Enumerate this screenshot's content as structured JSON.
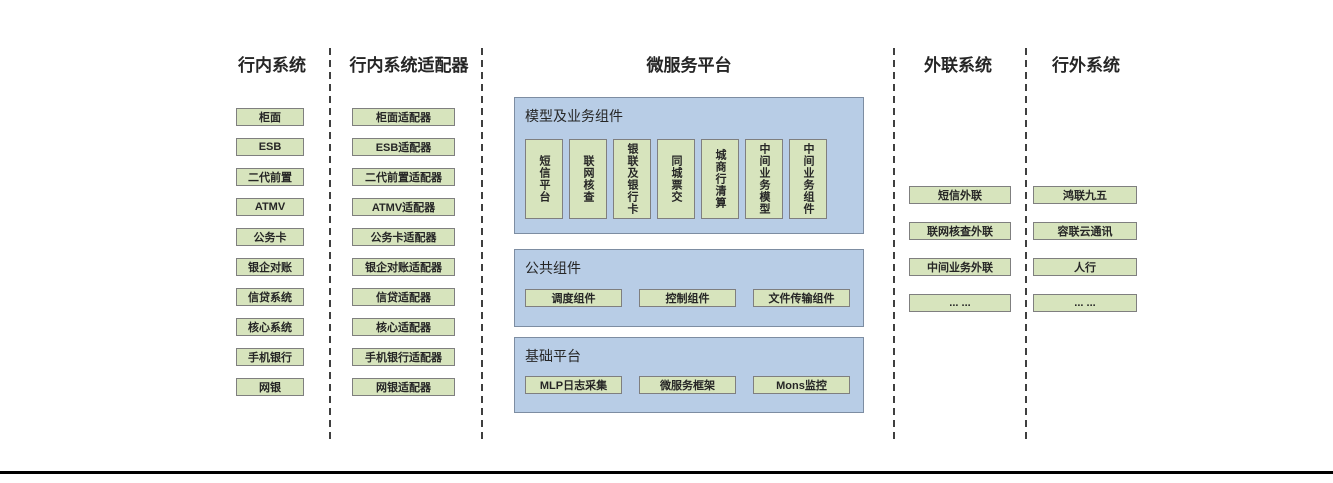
{
  "colors": {
    "panel_blue": "#b8cde6",
    "box_green": "#d7e4bd",
    "box_border": "#7f7f7f",
    "panel_border": "#7d8da2",
    "dash_line": "#3f3f3f",
    "text": "#262626",
    "bottom_rule": "#000000"
  },
  "columns": {
    "internal": {
      "title": "行内系统",
      "items": [
        "柜面",
        "ESB",
        "二代前置",
        "ATMV",
        "公务卡",
        "银企对账",
        "信贷系统",
        "核心系统",
        "手机银行",
        "网银"
      ]
    },
    "adapters": {
      "title": "行内系统适配器",
      "items": [
        "柜面适配器",
        "ESB适配器",
        "二代前置适配器",
        "ATMV适配器",
        "公务卡适配器",
        "银企对账适配器",
        "信贷适配器",
        "核心适配器",
        "手机银行适配器",
        "网银适配器"
      ]
    },
    "platform": {
      "title": "微服务平台",
      "panels": {
        "model": {
          "title": "模型及业务组件",
          "items": [
            "短信平台",
            "联网核查",
            "银联及银行卡",
            "同城票交",
            "城商行清算",
            "中间业务模型",
            "中间业务组件"
          ]
        },
        "common": {
          "title": "公共组件",
          "items": [
            "调度组件",
            "控制组件",
            "文件传输组件"
          ]
        },
        "base": {
          "title": "基础平台",
          "items": [
            "MLP日志采集",
            "微服务框架",
            "Mons监控"
          ]
        }
      }
    },
    "outreach": {
      "title": "外联系统",
      "items": [
        "短信外联",
        "联网核查外联",
        "中间业务外联",
        "... ..."
      ]
    },
    "external": {
      "title": "行外系统",
      "items": [
        "鸿联九五",
        "容联云通讯",
        "人行",
        "... ..."
      ]
    }
  }
}
